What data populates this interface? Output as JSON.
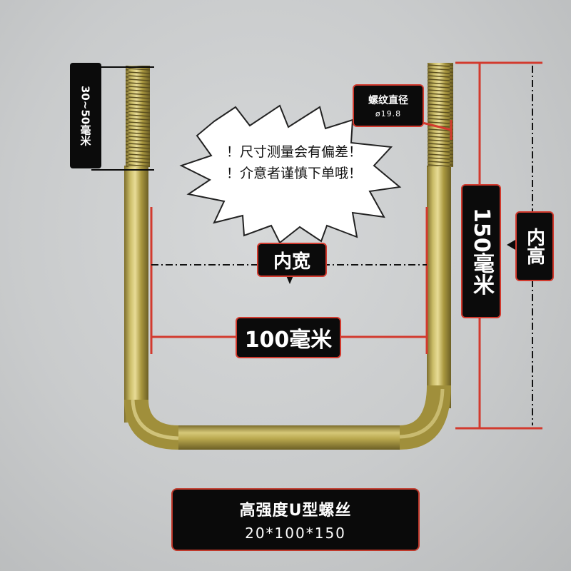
{
  "labels": {
    "thread_length": "30~50毫米",
    "thread_diameter_title": "螺纹直径",
    "thread_diameter_value": "ø19.8",
    "inner_width_label": "内宽",
    "inner_width_value": "100毫米",
    "height_value": "150毫米",
    "inner_height_label": "内高"
  },
  "notice": {
    "line1": "！尺寸测量会有偏差！",
    "line2": "！介意者谨慎下单哦！"
  },
  "product": {
    "name": "高强度U型螺丝",
    "spec": "20*100*150"
  },
  "colors": {
    "dimension_red": "#d23a2e",
    "label_bg": "#0b0b0b",
    "metal": "#b8a544"
  }
}
